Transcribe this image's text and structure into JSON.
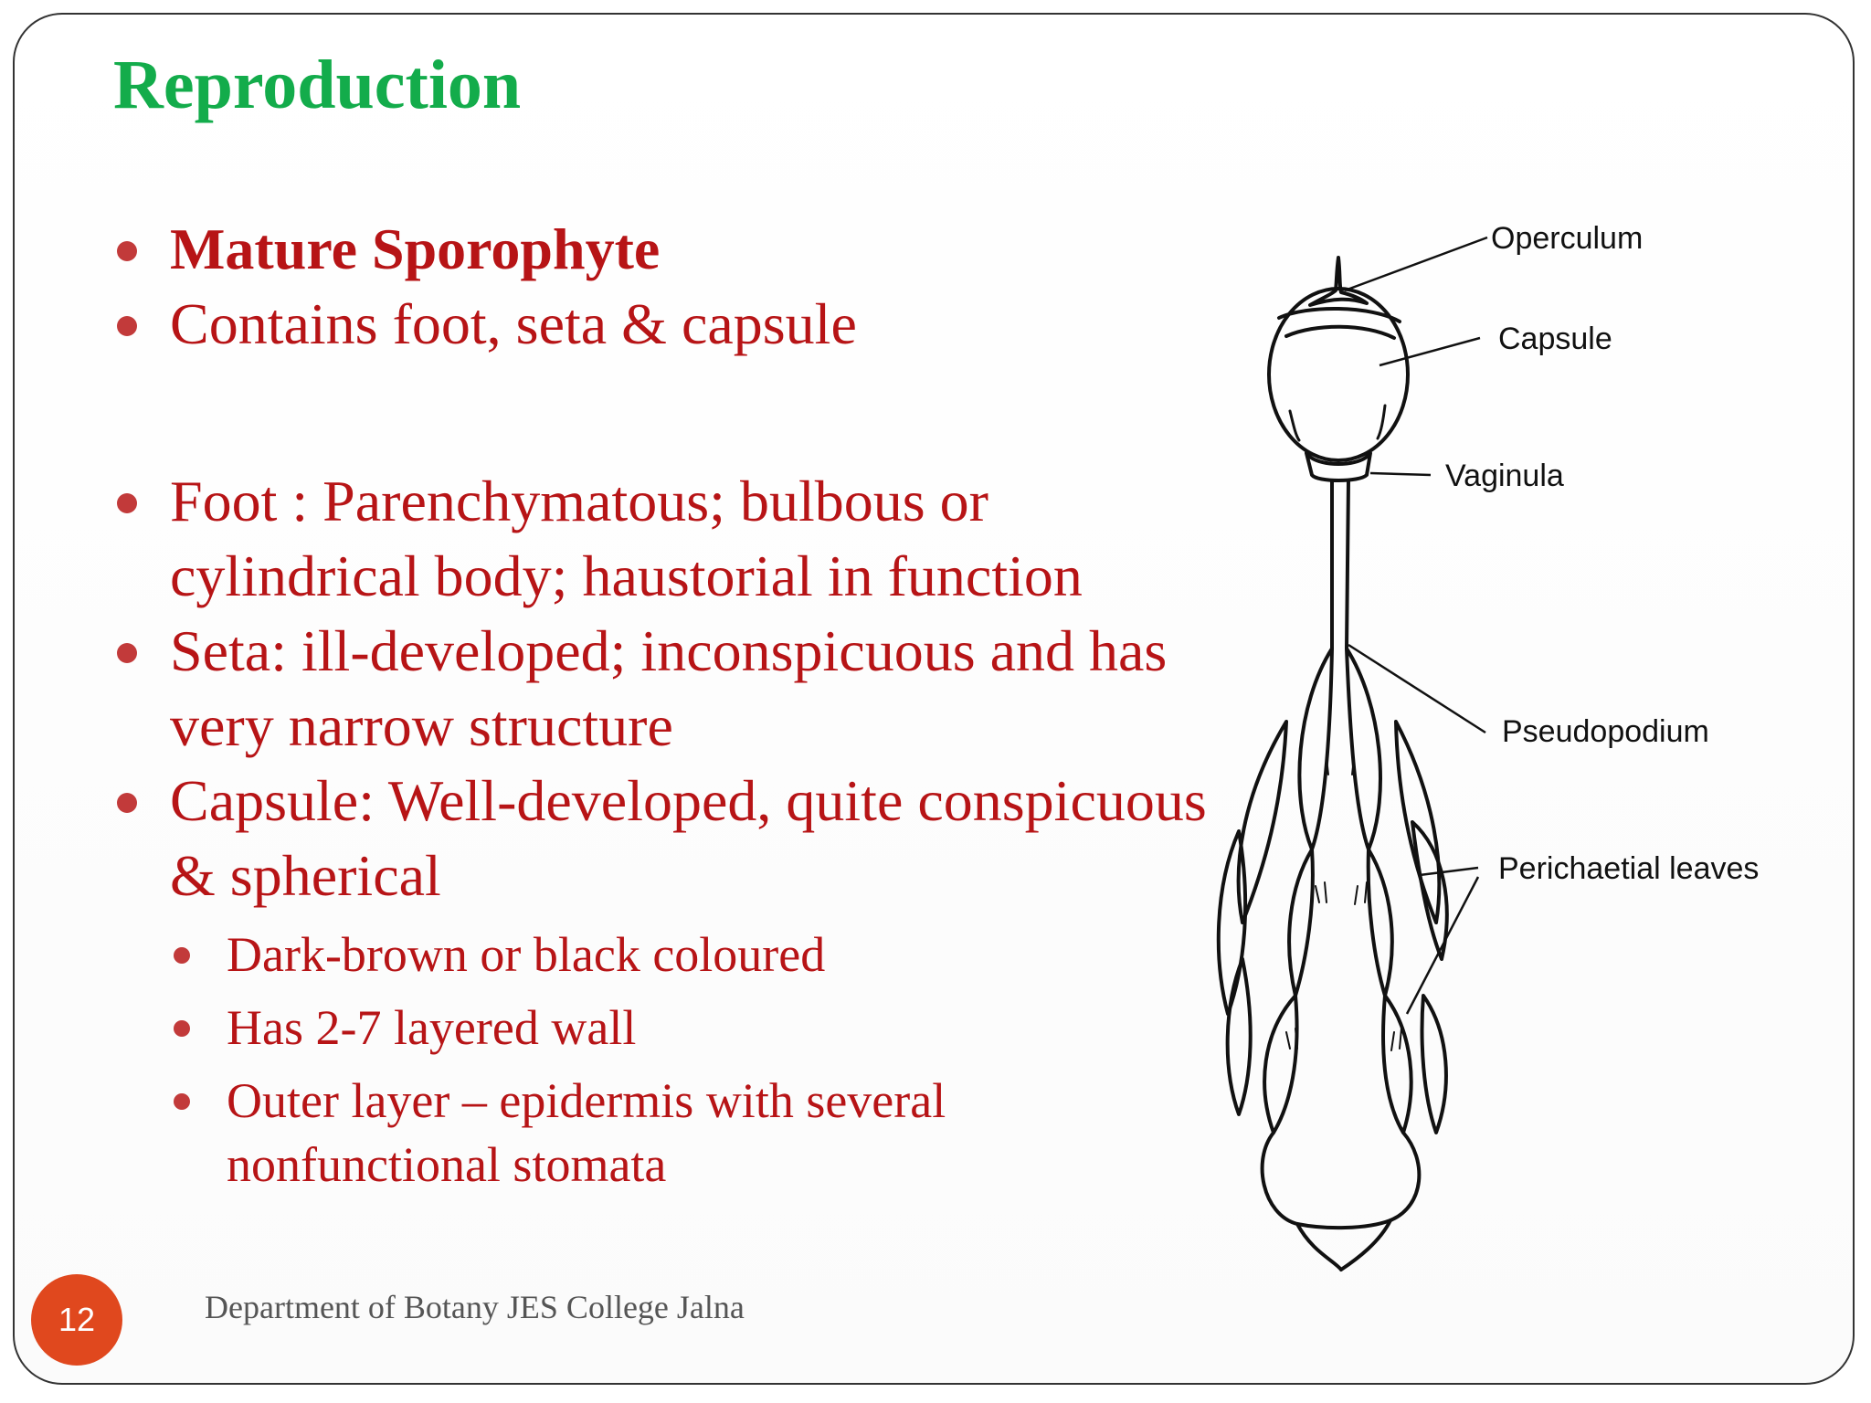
{
  "slide": {
    "title": "Reproduction",
    "page_number": "12",
    "footer": "Department of Botany JES College Jalna",
    "colors": {
      "title": "#13ac4b",
      "body": "#b71416",
      "page_badge": "#e0481e"
    }
  },
  "bullets": {
    "b1": "Mature Sporophyte",
    "b2": "Contains foot, seta & capsule",
    "b3": "Foot : Parenchymatous; bulbous or cylindrical body; haustorial in function",
    "b4": "Seta: ill-developed; inconspicuous and has very narrow structure",
    "b5": "Capsule: Well-developed, quite conspicuous & spherical",
    "sub1": "Dark-brown or black coloured",
    "sub2": "Has 2-7 layered wall",
    "sub3": "Outer layer – epidermis with several nonfunctional stomata"
  },
  "diagram": {
    "labels": {
      "operculum": "Operculum",
      "capsule": "Capsule",
      "vaginula": "Vaginula",
      "pseudopodium": "Pseudopodium",
      "perichaetial": "Perichaetial leaves"
    }
  }
}
